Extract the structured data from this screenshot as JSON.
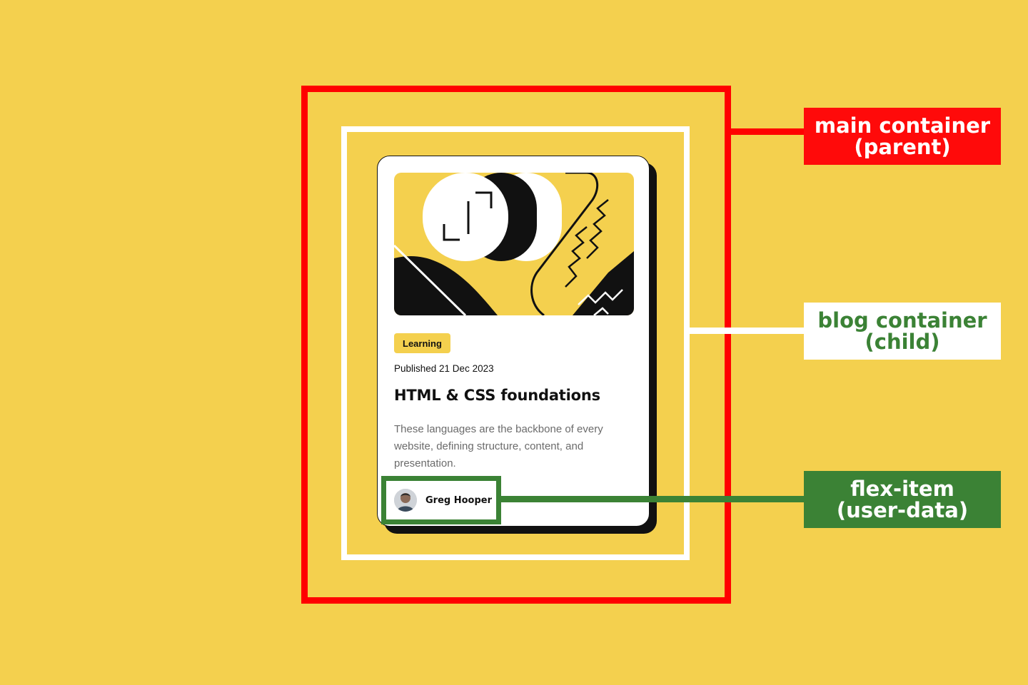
{
  "annotations": {
    "main": {
      "line1": "main container",
      "line2": "(parent)",
      "color": "#ff0000"
    },
    "blog": {
      "line1": "blog container",
      "line2": "(child)",
      "color": "#ffffff",
      "text_color": "#3b8235"
    },
    "flex": {
      "line1": "flex-item",
      "line2": "(user-data)",
      "color": "#3b8235"
    }
  },
  "card": {
    "tag": "Learning",
    "published": "Published 21 Dec 2023",
    "title": "HTML & CSS foundations",
    "description": "These languages are the backbone of every website, defining structure, content, and presentation.",
    "author": "Greg Hooper",
    "accent_color": "#f4d04e"
  }
}
